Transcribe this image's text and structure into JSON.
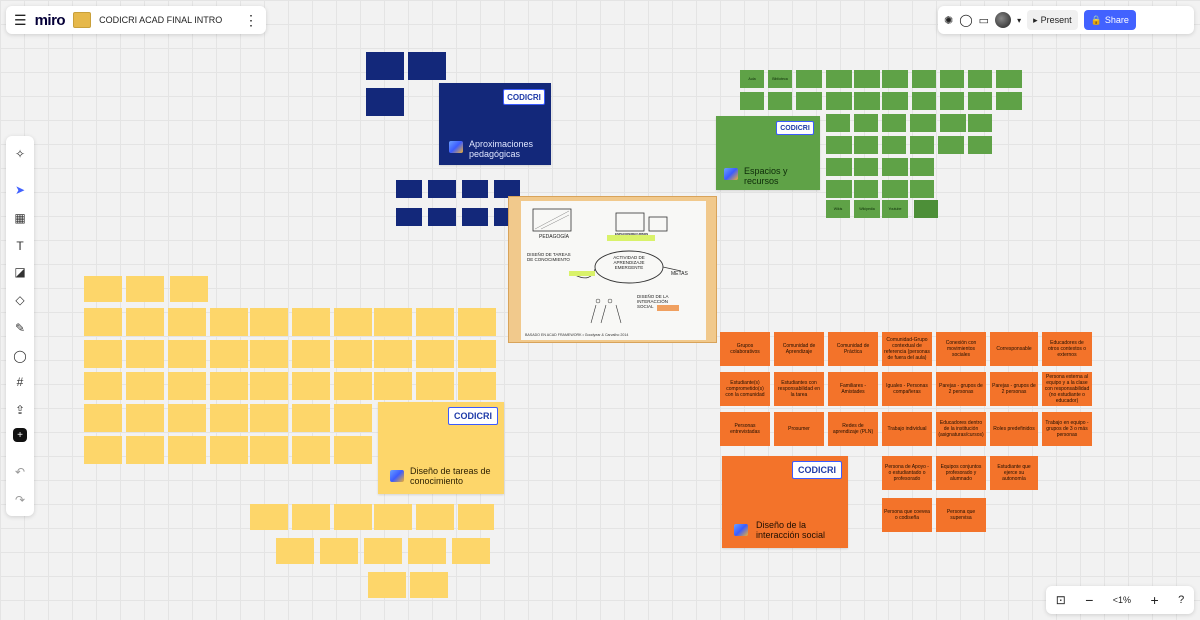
{
  "app": {
    "brand": "miro",
    "board_name": "CODICRI ACAD FINAL INTRO"
  },
  "topbar": {
    "present_label": "Present",
    "share_label": "Share"
  },
  "zoom": {
    "level": "<1%"
  },
  "colors": {
    "accent": "#4262ff",
    "yellow": "#fdd66a",
    "green": "#5fa247",
    "blue": "#13287a",
    "orange": "#f3732a"
  },
  "icons": {
    "menu": "hamburger-menu-icon",
    "more": "more-vertical-icon",
    "reactions": "reactions-icon",
    "comments": "comments-icon",
    "video": "video-icon",
    "present": "present-icon",
    "lock": "lock-icon"
  },
  "frames": {
    "blue": {
      "logo": "CODICRI",
      "title": "Aproximaciones pedagógicas"
    },
    "green": {
      "logo": "CODICRI",
      "title": "Espacios y recursos"
    },
    "yellow": {
      "logo": "CODICRI",
      "title": "Diseño de tareas de conocimiento"
    },
    "orange": {
      "logo": "CODICRI",
      "title": "Diseño de la interacción social"
    }
  },
  "center_image": {
    "labels": {
      "pedagogia": "PEDAGOGÍA",
      "espacios": "ESPACIOS/RECURSOS",
      "tareas": "DISEÑO DE TAREAS DE CONOCIMIENTO",
      "actividad": "ACTIVIDAD DE APRENDIZAJE EMERGENTE",
      "metas": "METAS",
      "interaccion": "DISEÑO DE LA INTERACCIÓN SOCIAL",
      "footer": "BASADO EN ACAD FRAMEWORK • Goodyear & Carvalho 2014"
    }
  },
  "green_notes": [
    "Aula",
    "Biblioteca",
    "",
    "",
    "",
    "",
    "",
    "",
    "",
    "",
    "",
    "",
    "",
    "",
    "",
    "",
    "Wikis",
    "Wikipedia",
    "Youtube"
  ],
  "orange_notes": [
    "Grupos colaborativos",
    "Comunidad de Aprendizaje",
    "Comunidad de Práctica",
    "Comunidad-Grupo contextual de referencia (personas de fuera del aula)",
    "Conexión con movimientos sociales",
    "Corresponsable",
    "Educadores de otros contextos o externos",
    "Estudiante(s) comprometido(s) con la comunidad",
    "Estudiantes con responsabilidad en la tarea",
    "Familiares - Amistades",
    "Iguales - Personas compañeras",
    "Parejas - grupos de 2 personas",
    "Parejas - grupos de 2 personas",
    "Persona externa al equipo y a la clase con responsabilidad (no estudiante o educador)",
    "Personas entrevistadas",
    "Prosumer",
    "Redes de aprendizaje (PLN)",
    "Trabajo individual",
    "Educadores dentro de la institución (asignaturas/cursos)",
    "Roles predefinidos",
    "Trabajo en equipo - grupos de 3 o más personas",
    "Persona de Apoyo - o estudiantado o profesorado",
    "Equipos conjuntos profesorado y alumnado",
    "Estudiante que ejerce su autonomía",
    "Persona que coevea o codiseña",
    "Persona que supervisa"
  ],
  "toolbar_items": [
    "magic-icon",
    "select-icon",
    "templates-icon",
    "text-icon",
    "sticky-note-icon",
    "shapes-icon",
    "pen-icon",
    "comment-icon",
    "frame-icon",
    "upload-icon",
    "add-icon",
    "undo-icon",
    "redo-icon"
  ]
}
